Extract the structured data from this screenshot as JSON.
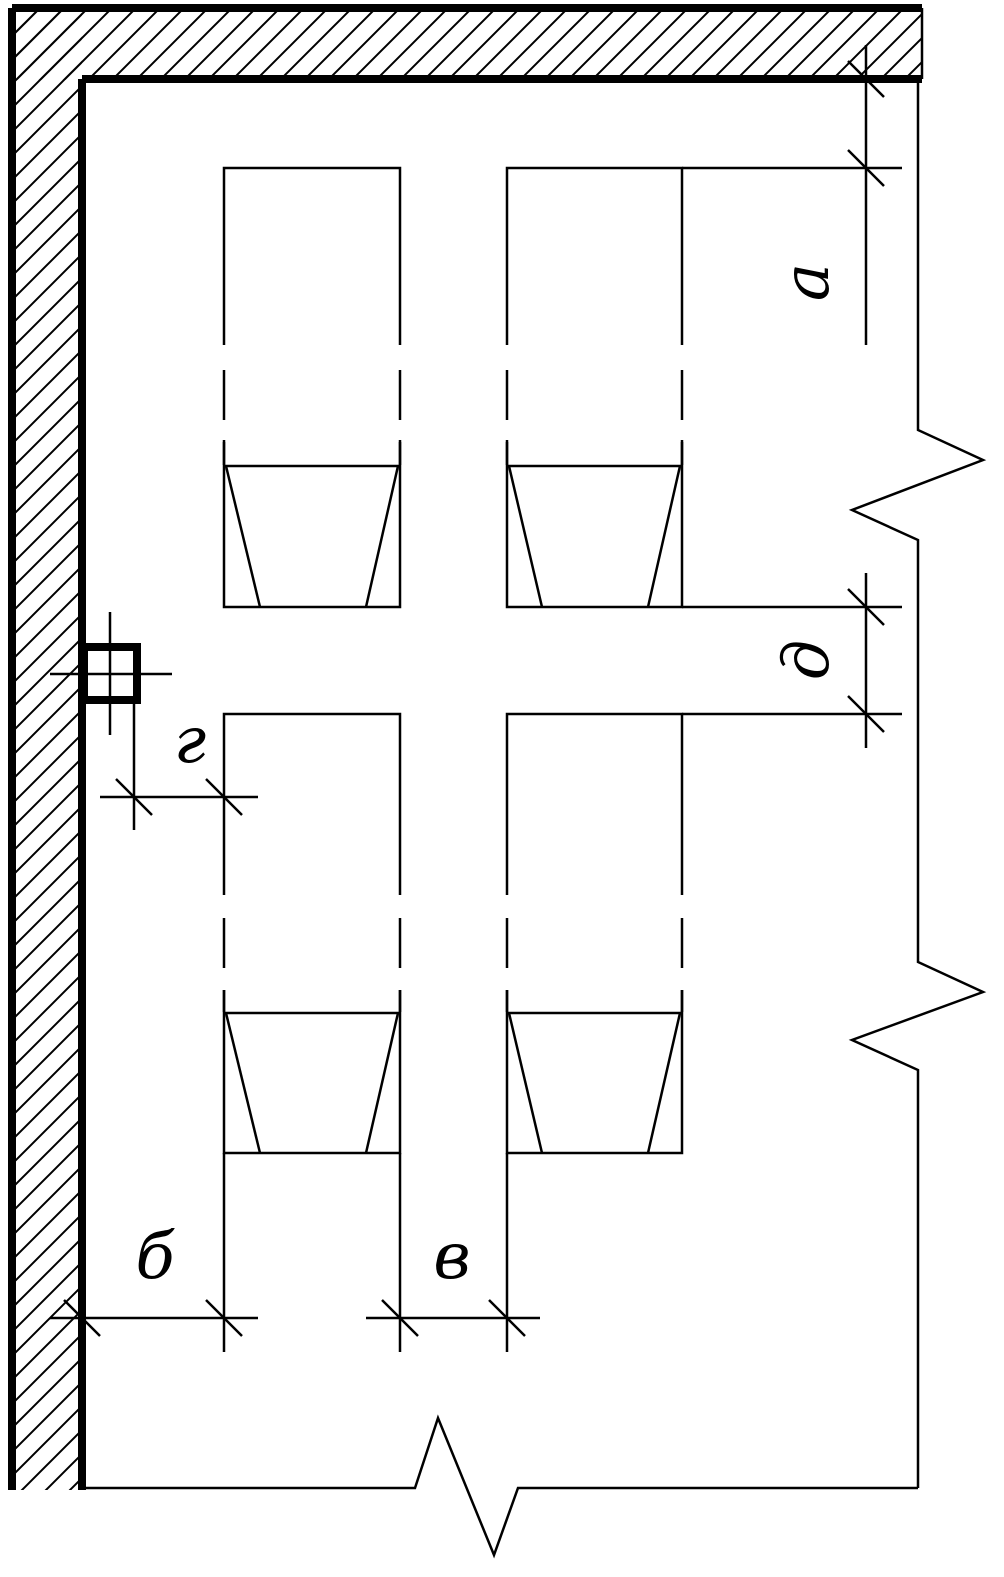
{
  "labels": {
    "a": "а",
    "b": "б",
    "v": "в",
    "g": "г",
    "d": "д"
  },
  "colors": {
    "line": "#000000",
    "background": "#ffffff"
  }
}
